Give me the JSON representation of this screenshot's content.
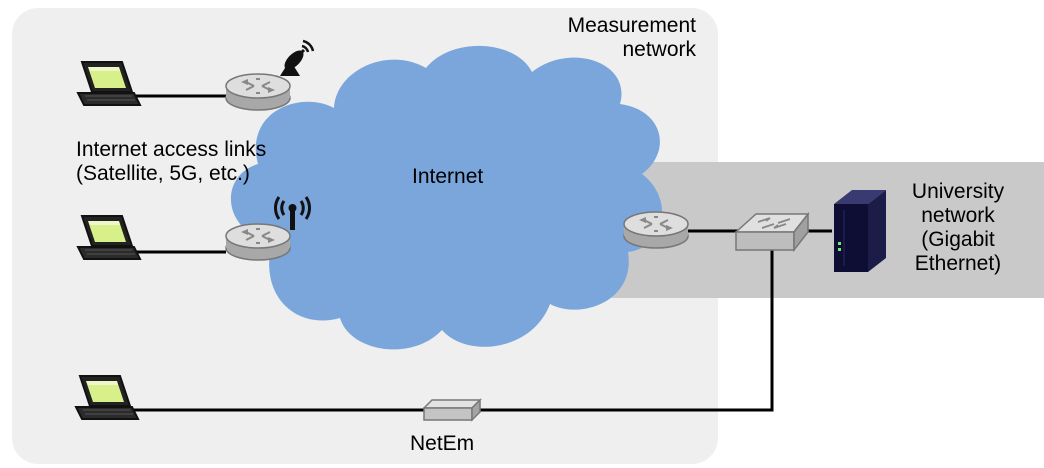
{
  "labels": {
    "measurement_network": [
      "Measurement",
      "network"
    ],
    "internet": "Internet",
    "access_links": [
      "Internet access links",
      "(Satellite, 5G, etc.)"
    ],
    "university_network": [
      "University",
      "network",
      "(Gigabit",
      "Ethernet)"
    ],
    "netem": "NetEm"
  },
  "colors": {
    "measurement_zone": "#efefef",
    "university_zone": "#c9c9c9",
    "cloud": "#7aa6dc",
    "router": "#d7d7d7",
    "laptop_screen": "#d8f08a",
    "server": "#101040",
    "line": "#000000"
  },
  "icons": [
    "laptop-icon",
    "router-icon",
    "satellite-dish-icon",
    "wireless-tower-icon",
    "switch-icon",
    "server-icon",
    "netem-box-icon"
  ]
}
